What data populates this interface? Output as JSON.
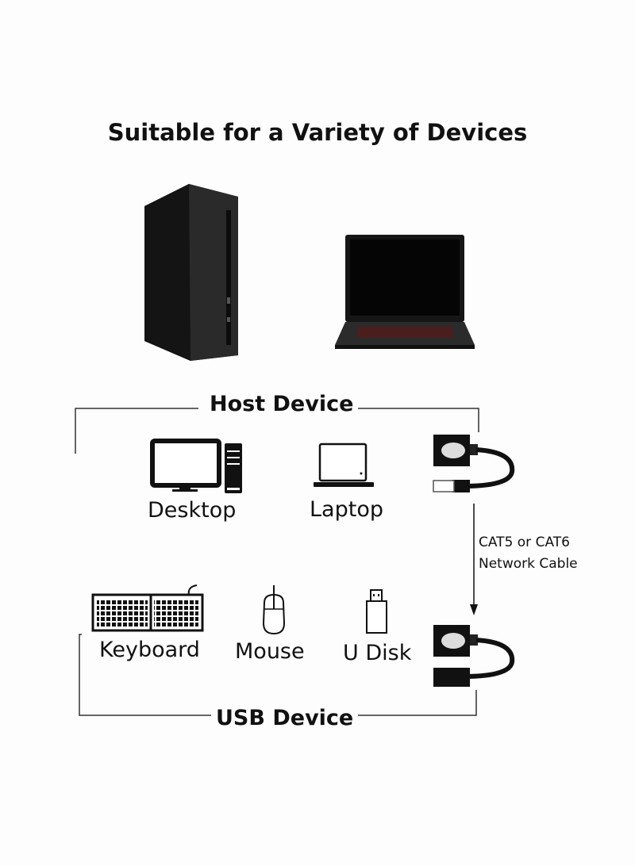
{
  "title": "Suitable for a Variety of Devices",
  "host_section": {
    "heading": "Host Device",
    "devices": [
      {
        "label": "Desktop",
        "icon": "desktop-computer-icon"
      },
      {
        "label": "Laptop",
        "icon": "laptop-icon"
      }
    ]
  },
  "cable": {
    "line1": "CAT5 or CAT6",
    "line2": "Network Cable"
  },
  "usb_section": {
    "heading": "USB Device",
    "devices": [
      {
        "label": "Keyboard",
        "icon": "keyboard-icon"
      },
      {
        "label": "Mouse",
        "icon": "mouse-icon"
      },
      {
        "label": "U Disk",
        "icon": "usb-drive-icon"
      }
    ]
  }
}
